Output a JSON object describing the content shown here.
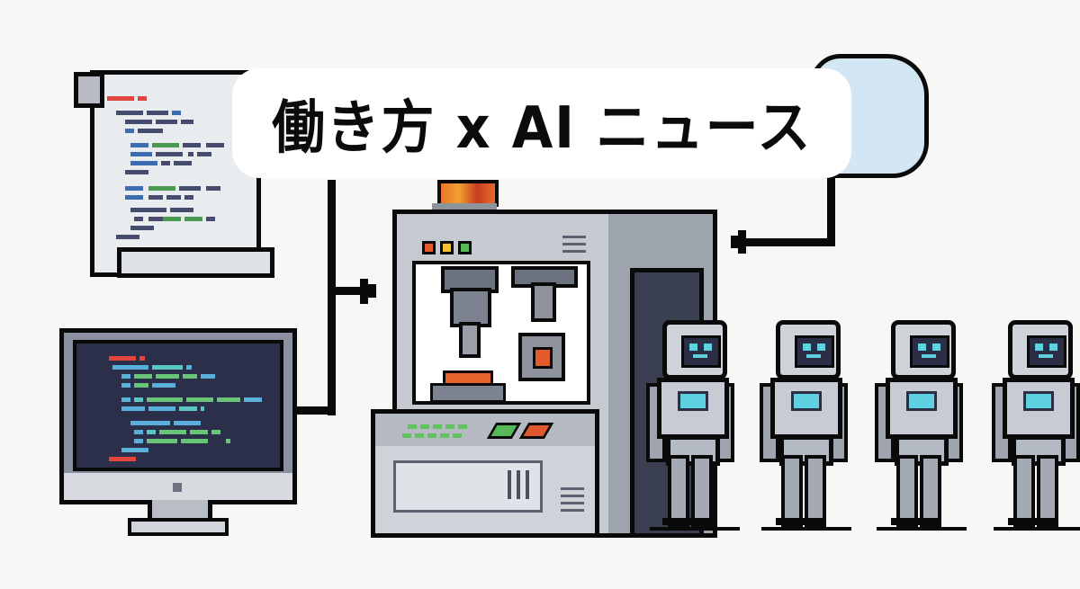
{
  "banner": {
    "title": "働き方 x AI ニュース"
  },
  "illustration": {
    "elements": [
      "code-document-icon",
      "code-monitor-icon",
      "cloud-icon",
      "factory-machine",
      "robot"
    ],
    "robot_count": 4,
    "colors": {
      "background": "#f7f7f5",
      "outline": "#0a0a0a",
      "metal_light": "#c5cad1",
      "metal_dark": "#3b3f52",
      "screen_dark": "#2c2f4a",
      "accent_red": "#e25b2c",
      "accent_green": "#56b856",
      "accent_cyan": "#5fd0e0",
      "cloud_blue": "#d3e6f4",
      "beacon_orange": "#e8762a"
    },
    "status_leds": [
      "#e25b2c",
      "#f2c230",
      "#56b856"
    ]
  }
}
